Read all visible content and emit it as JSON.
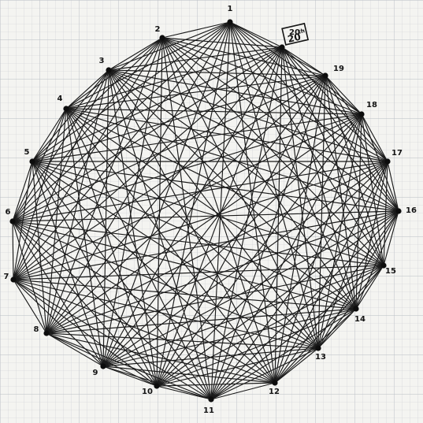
{
  "diagram": {
    "vertex_labels": [
      "1",
      "2",
      "3",
      "4",
      "5",
      "6",
      "7",
      "8",
      "9",
      "10",
      "11",
      "12",
      "13",
      "14",
      "15",
      "16",
      "17",
      "18",
      "19",
      "20"
    ],
    "connectivity": "complete",
    "badge": {
      "main": "20",
      "sup": "th"
    }
  }
}
